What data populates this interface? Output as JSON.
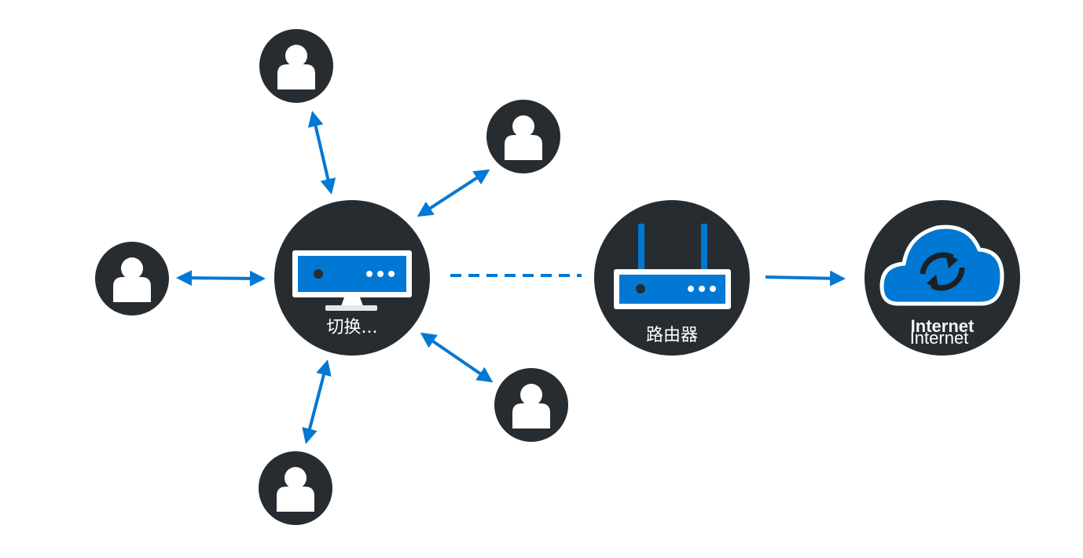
{
  "nodes": {
    "switch": {
      "label": "切换..."
    },
    "router": {
      "label": "路由器"
    },
    "internet": {
      "label": "Internet",
      "label_shadow": "Internet"
    }
  },
  "users": [
    {
      "name": "user-top"
    },
    {
      "name": "user-upper-right"
    },
    {
      "name": "user-left"
    },
    {
      "name": "user-lower-right"
    },
    {
      "name": "user-bottom"
    }
  ],
  "links": [
    {
      "from": "switch",
      "to": "user-top",
      "style": "bidirectional"
    },
    {
      "from": "switch",
      "to": "user-upper-right",
      "style": "bidirectional"
    },
    {
      "from": "switch",
      "to": "user-left",
      "style": "bidirectional"
    },
    {
      "from": "switch",
      "to": "user-lower-right",
      "style": "bidirectional"
    },
    {
      "from": "switch",
      "to": "user-bottom",
      "style": "bidirectional"
    },
    {
      "from": "switch",
      "to": "router",
      "style": "dashed"
    },
    {
      "from": "router",
      "to": "internet",
      "style": "directed"
    }
  ],
  "colors": {
    "node_fill": "#272c31",
    "accent_blue": "#0078d4",
    "white": "#ffffff"
  },
  "icons": {
    "user": "person-icon",
    "switch": "switch-device-icon",
    "router": "router-icon",
    "internet": "cloud-sync-icon"
  }
}
